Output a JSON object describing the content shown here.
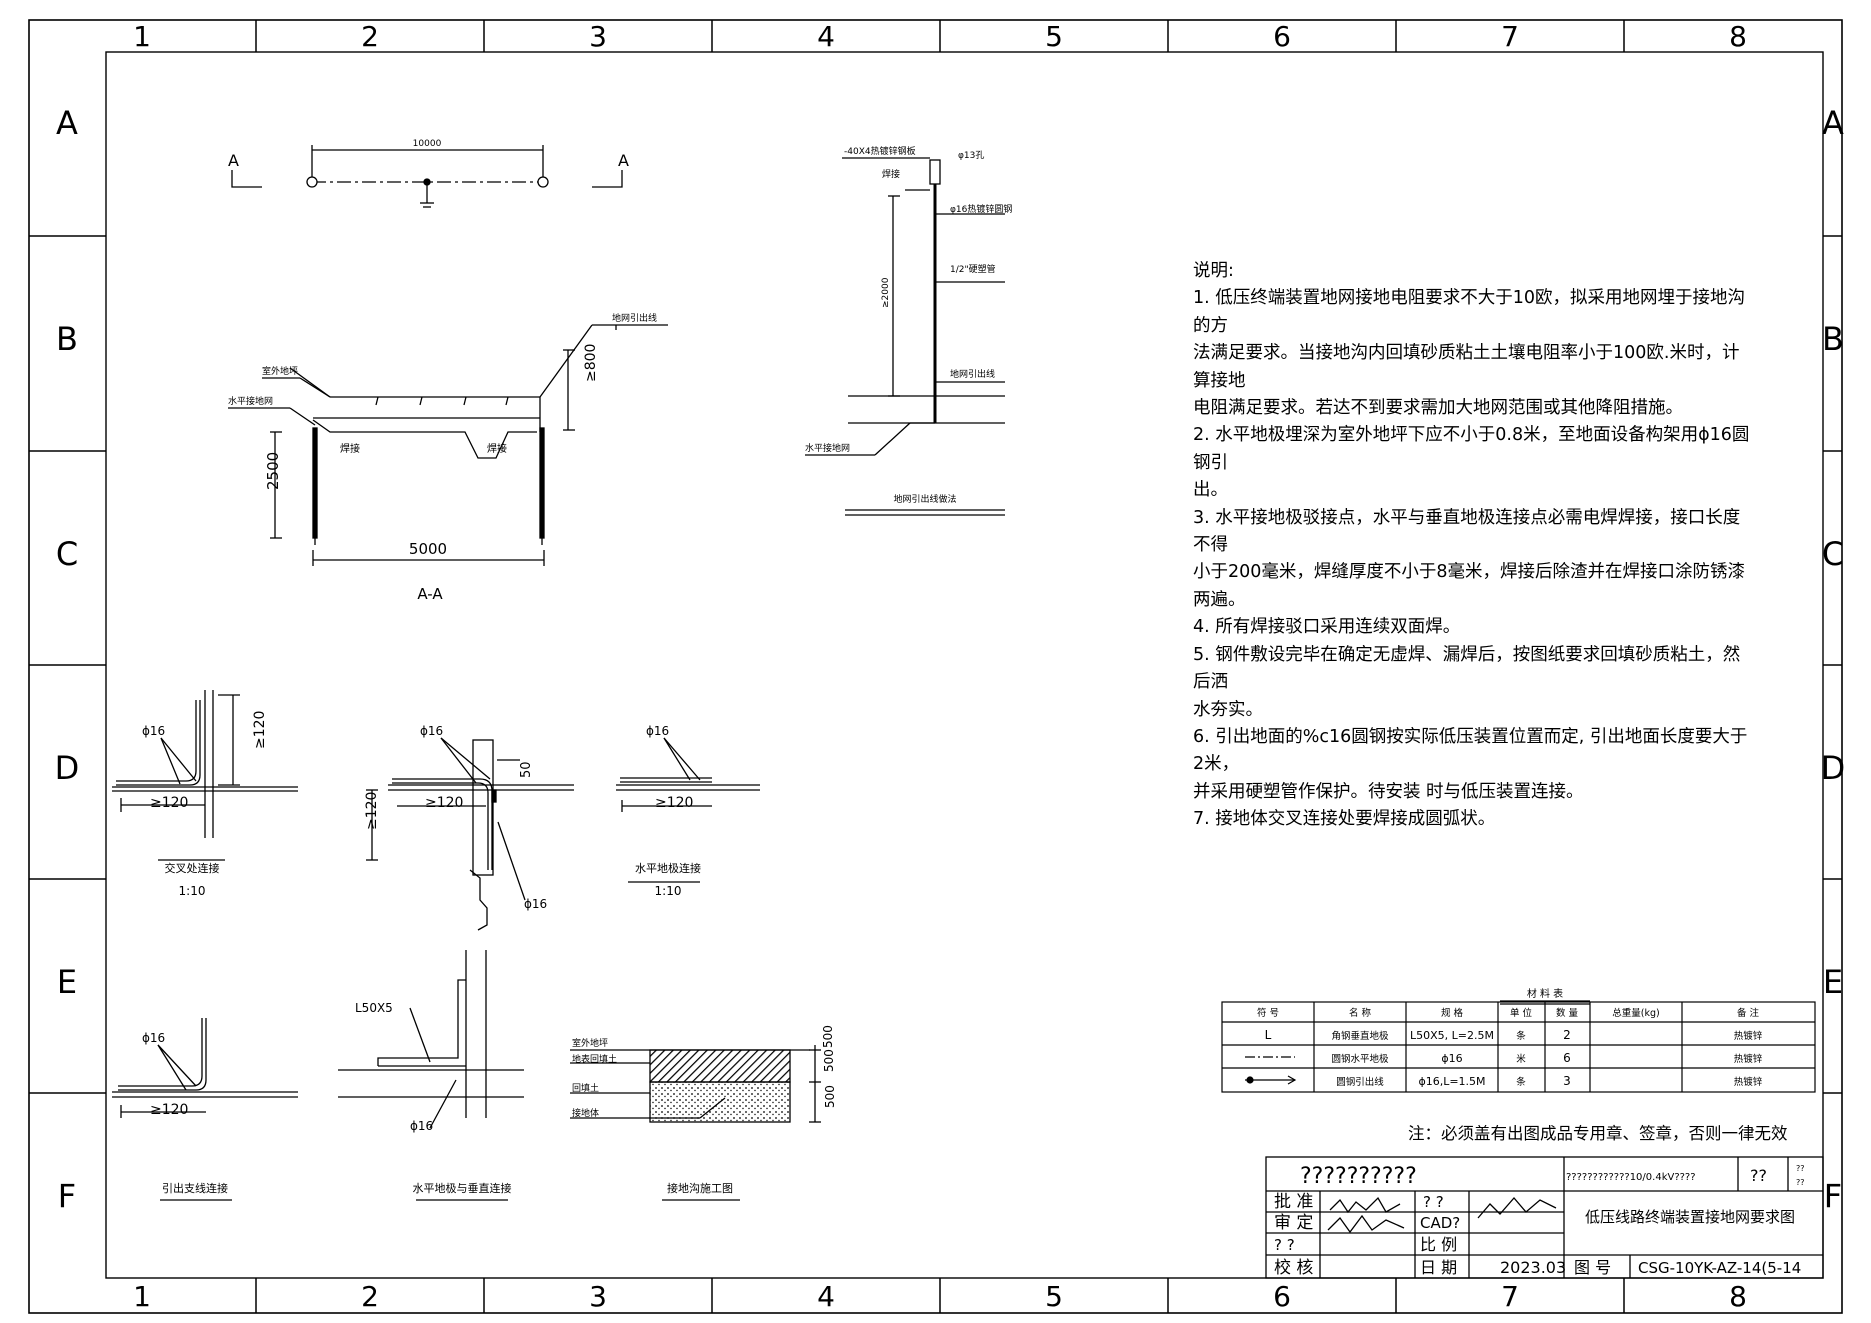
{
  "frame": {
    "col_labels": [
      "1",
      "2",
      "3",
      "4",
      "5",
      "6",
      "7",
      "8"
    ],
    "row_labels": [
      "A",
      "B",
      "C",
      "D",
      "E",
      "F"
    ]
  },
  "plan": {
    "section_mark": "A",
    "length_label": "10000"
  },
  "section_aa": {
    "title": "A-A",
    "outdoor_ground": "室外地坪",
    "horizontal_grid": "水平接地网",
    "lead_out": "地网引出线",
    "weld_left": "焊接",
    "weld_right": "焊接",
    "depth_label": "≥800",
    "height_label": "2500",
    "width_label": "5000"
  },
  "leadout_detail": {
    "title": "地网引出线做法",
    "plate": "-40X4热镀锌钢板",
    "hole": "φ13孔",
    "weld": "焊接",
    "round_steel": "φ16热镀锌圆钢",
    "pipe": "1/2\"硬塑管",
    "height": "≥2000",
    "lead_out": "地网引出线",
    "horizontal_grid": "水平接地网"
  },
  "notes": {
    "heading": "说明:",
    "lines": [
      "1. 低压终端装置地网接地电阻要求不大于10欧，拟采用地网埋于接地沟的方",
      "法满足要求。当接地沟内回填砂质粘土土壤电阻率小于100欧.米时，计算接地",
      "电阻满足要求。若达不到要求需加大地网范围或其他降阻措施。",
      "2. 水平地极埋深为室外地坪下应不小于0.8米，至地面设备构架用ϕ16圆钢引",
      "出。",
      "3. 水平接地极驳接点，水平与垂直地极连接点必需电焊焊接，接口长度不得",
      "小于200毫米，焊缝厚度不小于8毫米，焊接后除渣并在焊接口涂防锈漆两遍。",
      "4. 所有焊接驳口采用连续双面焊。",
      "5. 钢件敷设完毕在确定无虚焊、漏焊后，按图纸要求回填砂质粘土，然后洒",
      "水夯实。",
      "6. 引出地面的%c16圆钢按实际低压装置位置而定, 引出地面长度要大于2米，",
      "并采用硬塑管作保护。待安装 时与低压装置连接。",
      "7. 接地体交叉连接处要焊接成圆弧状。"
    ]
  },
  "details": {
    "cross": {
      "title": "交叉处连接",
      "scale": "1:10",
      "phi": "ϕ16",
      "len1": "≥120",
      "len2": "≥120"
    },
    "mid": {
      "phi_top": "ϕ16",
      "phi_bottom": "ϕ16",
      "len1": "≥120",
      "len2": "≥120",
      "len3": "50"
    },
    "horiz": {
      "title": "水平地极连接",
      "scale": "1:10",
      "phi": "ϕ16",
      "len": "≥120"
    },
    "branch": {
      "title": "引出支线连接",
      "phi": "ϕ16",
      "len": "≥120"
    },
    "hv": {
      "title": "水平地极与垂直连接",
      "angle": "L50X5",
      "phi": "ϕ16"
    },
    "trench": {
      "title": "接地沟施工图",
      "ground": "室外地坪",
      "backfill_top": "地表回填土",
      "backfill": "回填土",
      "body": "接地体",
      "dim1": "500",
      "dim2": "500",
      "dim3": "500"
    }
  },
  "materials": {
    "title": "材  料  表",
    "headers": [
      "符 号",
      "名 称",
      "规 格",
      "单 位",
      "数 量",
      "总重量(kg)",
      "备 注"
    ],
    "rows": [
      [
        "L",
        "角钢垂直地极",
        "L50X5, L=2.5M",
        "条",
        "2",
        "",
        "热镀锌"
      ],
      [
        "",
        "圆钢水平地极",
        "ϕ16",
        "米",
        "6",
        "",
        "热镀锌"
      ],
      [
        "",
        "圆钢引出线",
        "ϕ16,L=1.5M",
        "条",
        "3",
        "",
        "热镀锌"
      ]
    ]
  },
  "stamp_note": "注：必须盖有出图成品专用章、签章，否则一律无效",
  "title_block": {
    "company": "??????????",
    "project": "????????????10/0.4kV????",
    "qmark1": "??",
    "qmark2": "??",
    "qmark3": "??",
    "approve": "批 准",
    "review": "审 定",
    "unknown": "? ?",
    "check": "校 核",
    "q_cell": "? ?",
    "cad": "CAD?",
    "scale_label": "比 例",
    "date_label": "日 期",
    "date": "2023.03",
    "drawing_no_label": "图 号",
    "drawing_no": "CSG-10YK-AZ-14(5-14",
    "drawing_title": "低压线路终端装置接地网要求图"
  }
}
